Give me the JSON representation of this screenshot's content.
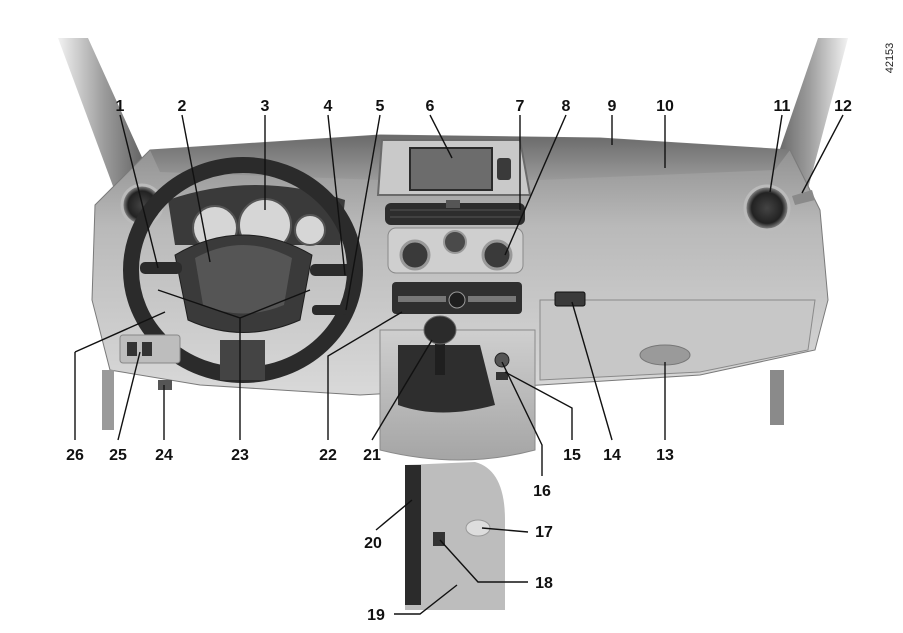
{
  "figure": {
    "reference_code": "42153",
    "callouts": [
      {
        "id": "callout-1",
        "label": "1"
      },
      {
        "id": "callout-2",
        "label": "2"
      },
      {
        "id": "callout-3",
        "label": "3"
      },
      {
        "id": "callout-4",
        "label": "4"
      },
      {
        "id": "callout-5",
        "label": "5"
      },
      {
        "id": "callout-6",
        "label": "6"
      },
      {
        "id": "callout-7",
        "label": "7"
      },
      {
        "id": "callout-8",
        "label": "8"
      },
      {
        "id": "callout-9",
        "label": "9"
      },
      {
        "id": "callout-10",
        "label": "10"
      },
      {
        "id": "callout-11",
        "label": "11"
      },
      {
        "id": "callout-12",
        "label": "12"
      },
      {
        "id": "callout-13",
        "label": "13"
      },
      {
        "id": "callout-14",
        "label": "14"
      },
      {
        "id": "callout-15",
        "label": "15"
      },
      {
        "id": "callout-16",
        "label": "16"
      },
      {
        "id": "callout-17",
        "label": "17"
      },
      {
        "id": "callout-18",
        "label": "18"
      },
      {
        "id": "callout-19",
        "label": "19"
      },
      {
        "id": "callout-20",
        "label": "20"
      },
      {
        "id": "callout-21",
        "label": "21"
      },
      {
        "id": "callout-22",
        "label": "22"
      },
      {
        "id": "callout-23",
        "label": "23"
      },
      {
        "id": "callout-24",
        "label": "24"
      },
      {
        "id": "callout-25",
        "label": "25"
      },
      {
        "id": "callout-26",
        "label": "26"
      }
    ]
  },
  "colors": {
    "dash_light": "#d4d4d4",
    "dash_mid": "#a8a8a8",
    "dash_dark": "#6e6e6e",
    "trim_black": "#2b2b2b",
    "label": "#111111"
  }
}
